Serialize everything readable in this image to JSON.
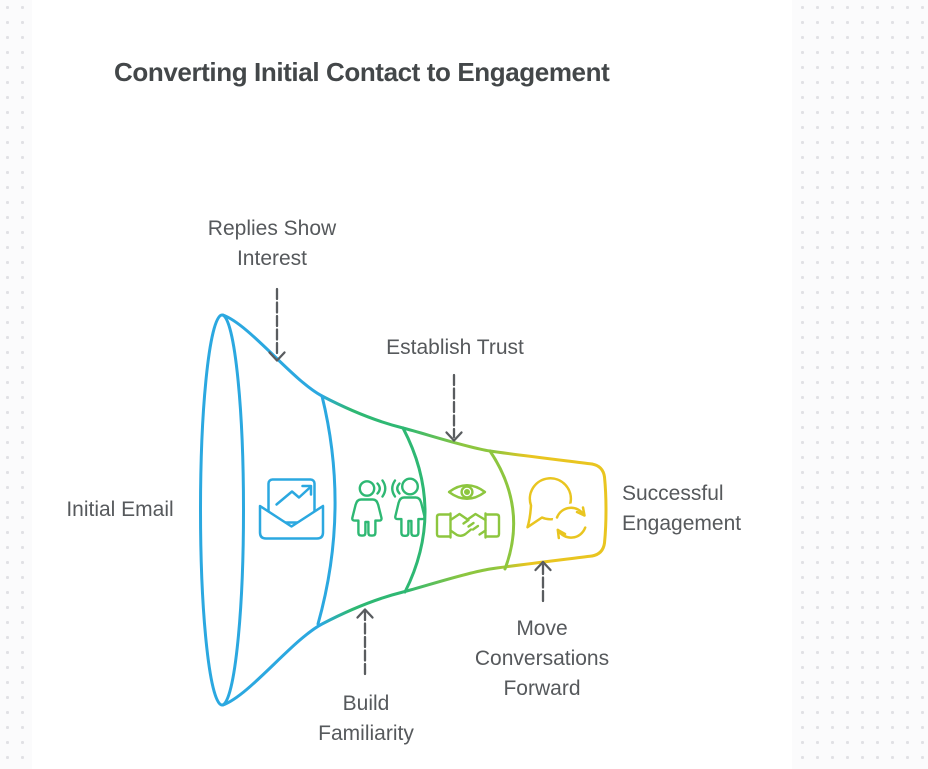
{
  "title": "Converting Initial Contact to Engagement",
  "funnel": {
    "entry_label": "Initial Email",
    "exit_label": "Successful\nEngagement",
    "callouts": {
      "top": [
        {
          "label": "Replies Show\nInterest",
          "points_to": "segment-1-top-edge"
        },
        {
          "label": "Establish Trust",
          "points_to": "segment-3-top-edge"
        }
      ],
      "bottom": [
        {
          "label": "Build\nFamiliarity",
          "points_to": "segment-2-bottom-edge"
        },
        {
          "label": "Move\nConversations\nForward",
          "points_to": "segment-4-bottom-edge"
        }
      ]
    },
    "segments": [
      {
        "name": "initial-email",
        "icon": "open-email-growth-icon",
        "color": "#2BA8E0"
      },
      {
        "name": "build-familiarity",
        "icon": "people-talking-icon",
        "color": "#2EB873"
      },
      {
        "name": "establish-trust",
        "icon": "eye-handshake-icon",
        "color": "#8DC63F"
      },
      {
        "name": "move-conversations-forward",
        "icon": "chat-sync-icon",
        "color": "#E9C520"
      }
    ]
  },
  "colors": {
    "blue": "#2BA8E0",
    "green": "#2EB873",
    "olive": "#8DC63F",
    "yellow": "#E9C520",
    "arrow": "#595C5F",
    "title_text": "#434749",
    "label_text": "#56595C",
    "dot": "#E1E1E5",
    "canvas": "#FFFFFF",
    "white": "#FFFFFF"
  }
}
